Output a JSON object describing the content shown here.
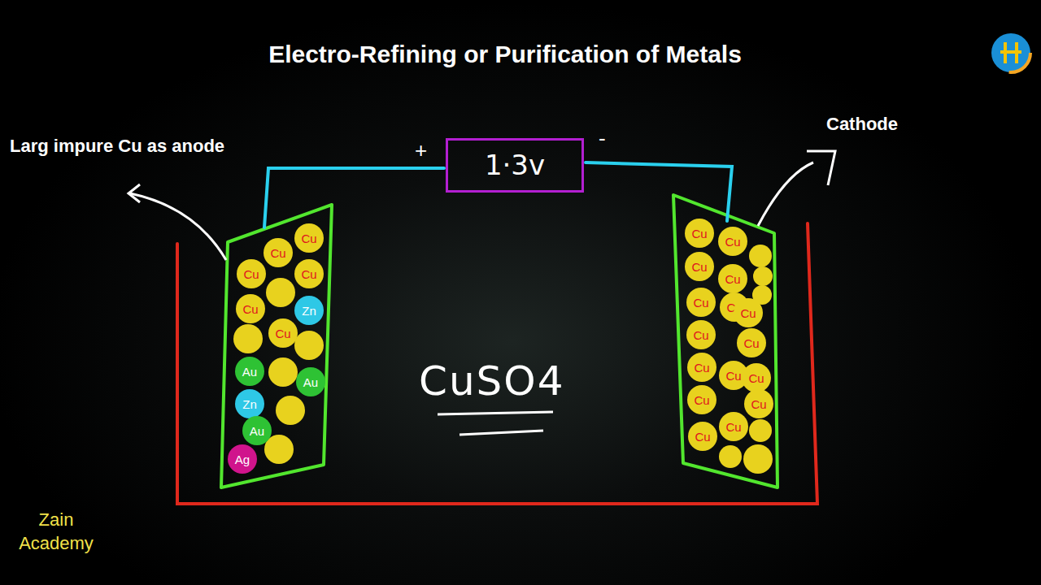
{
  "diagram": {
    "title": "Electro-Refining or Purification of Metals",
    "nodes": [
      {
        "text": [
          "1·3v"
        ]
      },
      {
        "text": [
          "Cu"
        ]
      },
      {
        "text": [
          "Cu"
        ]
      },
      {
        "text": [
          "Cu"
        ]
      },
      {
        "text": [
          "Cu"
        ]
      },
      {
        "text": [
          "Cu"
        ]
      },
      {
        "text": [
          "Zn"
        ]
      },
      {
        "text": [
          "Cu"
        ]
      },
      {
        "text": [
          "Au"
        ]
      },
      {
        "text": [
          "Au"
        ]
      },
      {
        "text": [
          "Zn"
        ]
      },
      {
        "text": [
          "Au"
        ]
      },
      {
        "text": [
          "Ag"
        ]
      },
      {
        "text": [
          "Cu"
        ]
      },
      {
        "text": [
          "Cu"
        ]
      },
      {
        "text": [
          "Cu"
        ]
      },
      {
        "text": [
          "Cu"
        ]
      },
      {
        "text": [
          "Cu"
        ]
      },
      {
        "text": [
          "Cu"
        ]
      },
      {
        "text": [
          "Cu"
        ]
      },
      {
        "text": [
          "Cu"
        ]
      },
      {
        "text": [
          "Cu"
        ]
      },
      {
        "text": [
          "Cu"
        ]
      },
      {
        "text": [
          "Cu"
        ]
      },
      {
        "text": [
          "Cu"
        ]
      },
      {
        "text": [
          "Cu"
        ]
      },
      {
        "text": [
          "Cu"
        ]
      },
      {
        "text": [
          "Cu"
        ]
      },
      {
        "text": [
          "Cu"
        ]
      }
    ],
    "labels": [
      "Larg impure Cu as anode",
      "+",
      "-",
      "Cathode",
      "CuSO4",
      "Zain Academy"
    ]
  }
}
